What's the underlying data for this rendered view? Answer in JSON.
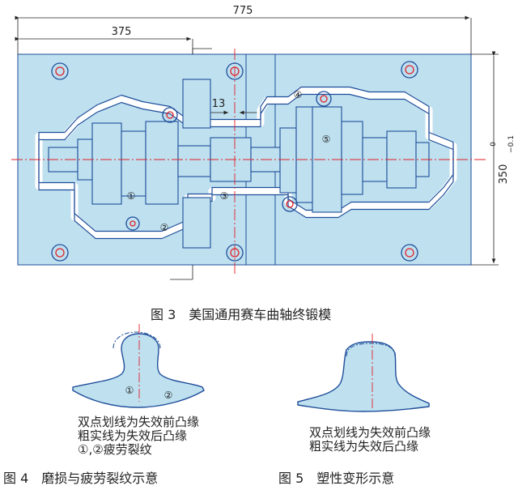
{
  "fig3": {
    "caption": "图 3　美国通用赛车曲轴终锻模",
    "dimensions": {
      "overall_width": "775",
      "partial_width": "375",
      "gap": "13",
      "height": "350",
      "height_tol_upper": "0",
      "height_tol_lower": "−0.1"
    },
    "markers": [
      "①",
      "②",
      "③",
      "④",
      "⑤"
    ]
  },
  "fig4": {
    "caption": "图 4　磨损与疲劳裂纹示意",
    "notes": [
      "双点划线为失效前凸缘",
      "粗实线为失效后凸缘",
      "①,②疲劳裂纹"
    ],
    "markers": [
      "①",
      "②"
    ]
  },
  "fig5": {
    "caption": "图 5　塑性变形示意",
    "notes": [
      "双点划线为失效前凸缘",
      "粗实线为失效后凸缘"
    ]
  },
  "colors": {
    "fill": "#bfe0ef",
    "line": "#1e4e9a",
    "red": "#e0222a"
  }
}
